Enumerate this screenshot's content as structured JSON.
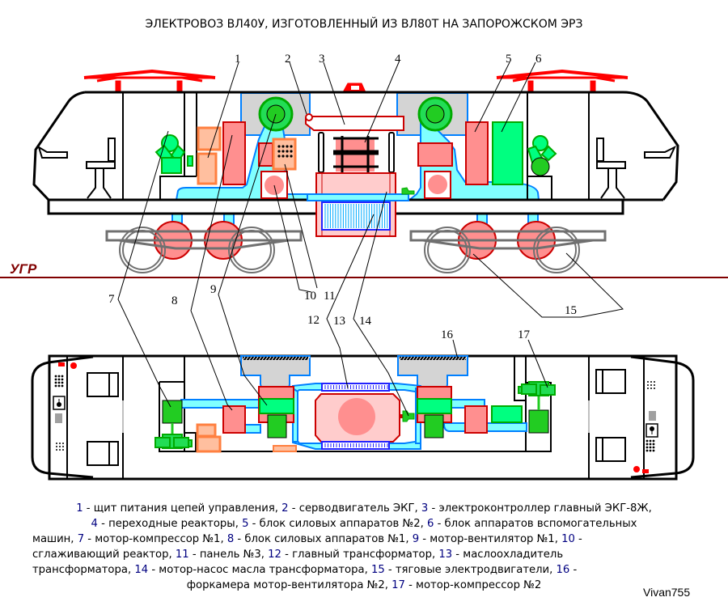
{
  "title": "ЭЛЕКТРОВОЗ ВЛ40У, ИЗГОТОВЛЕННЫЙ ИЗ ВЛ80Т НА ЗАПОРОЖСКОМ ЭРЗ",
  "ground_label": "УГР",
  "author": "Vivan755",
  "colors": {
    "body_outline": "#000000",
    "pantograph": "#ff0000",
    "ventilation_duct": "#80ffff",
    "duct_outline": "#0080ff",
    "forechamber": "#d4d4d4",
    "power_block": "#ff8f8f",
    "power_block_outline": "#cc0000",
    "reactor": "#ffbf9f",
    "reactor_outline": "#ff8040",
    "motor_green": "#22cc22",
    "aux_block_green": "#00ff80",
    "transformer_fill": "#ffcccc",
    "oil_cooler": "#0000ff",
    "bogie": "#707070",
    "ground_line": "#800000",
    "legend_number": "#000080"
  },
  "callouts": {
    "side_view": [
      "1",
      "2",
      "3",
      "4",
      "5",
      "6"
    ],
    "middle": [
      "7",
      "8",
      "9",
      "10",
      "11",
      "12",
      "13",
      "14",
      "15",
      "16",
      "17"
    ]
  },
  "legend": [
    {
      "num": "1",
      "text": "щит питания цепей управления,"
    },
    {
      "num": "2",
      "text": "серводвигатель ЭКГ,"
    },
    {
      "num": "3",
      "text": "электроконтроллер главный ЭКГ-8Ж,"
    },
    {
      "num": "4",
      "text": "переходные реакторы,"
    },
    {
      "num": "5",
      "text": "блок силовых аппаратов №2,"
    },
    {
      "num": "6",
      "text": "блок аппаратов вспомогательных машин,"
    },
    {
      "num": "7",
      "text": "мотор-компрессор №1,"
    },
    {
      "num": "8",
      "text": "блок силовых аппаратов №1,"
    },
    {
      "num": "9",
      "text": "мотор-вентилятор №1,"
    },
    {
      "num": "10",
      "text": "сглаживающий реактор,"
    },
    {
      "num": "11",
      "text": "панель №3,"
    },
    {
      "num": "12",
      "text": "главный трансформатор,"
    },
    {
      "num": "13",
      "text": "маслоохладитель трансформатора,"
    },
    {
      "num": "14",
      "text": "мотор-насос масла трансформатора,"
    },
    {
      "num": "15",
      "text": "тяговые электродвигатели,"
    },
    {
      "num": "16",
      "text": "форкамера мотор-вентилятора №2,"
    },
    {
      "num": "17",
      "text": "мотор-компрессор №2"
    }
  ],
  "legend_lines": [
    [
      {
        "n": "1",
        "t": " - щит питания цепей управления, "
      },
      {
        "n": "2",
        "t": " - серводвигатель ЭКГ, "
      },
      {
        "n": "3",
        "t": " - электроконтроллер главный ЭКГ-8Ж,"
      }
    ],
    [
      {
        "n": "4",
        "t": " - переходные реакторы,  "
      },
      {
        "n": "5",
        "t": " - блок силовых аппаратов №2,  "
      },
      {
        "n": "6",
        "t": " - блок аппаратов вспомогательных"
      }
    ],
    [
      {
        "n": "",
        "t": "машин, "
      },
      {
        "n": "7",
        "t": " - мотор-компрессор №1, "
      },
      {
        "n": "8",
        "t": " - блок силовых аппаратов №1, "
      },
      {
        "n": "9",
        "t": " - мотор-вентилятор №1, "
      },
      {
        "n": "10",
        "t": " -"
      }
    ],
    [
      {
        "n": "",
        "t": "сглаживающий  реактор,  "
      },
      {
        "n": "11",
        "t": " - панель  №3,  "
      },
      {
        "n": "12",
        "t": " - главный трансформатор,  "
      },
      {
        "n": "13",
        "t": " - маслоохладитель"
      }
    ],
    [
      {
        "n": "",
        "t": "трансформатора,  "
      },
      {
        "n": "14",
        "t": " - мотор-насос масла трансформатора,  "
      },
      {
        "n": "15",
        "t": " - тяговые электродвигатели,  "
      },
      {
        "n": "16",
        "t": " -"
      }
    ],
    [
      {
        "n": "",
        "t": "форкамера мотор-вентилятора №2, "
      },
      {
        "n": "17",
        "t": " - мотор-компрессор №2"
      }
    ]
  ]
}
